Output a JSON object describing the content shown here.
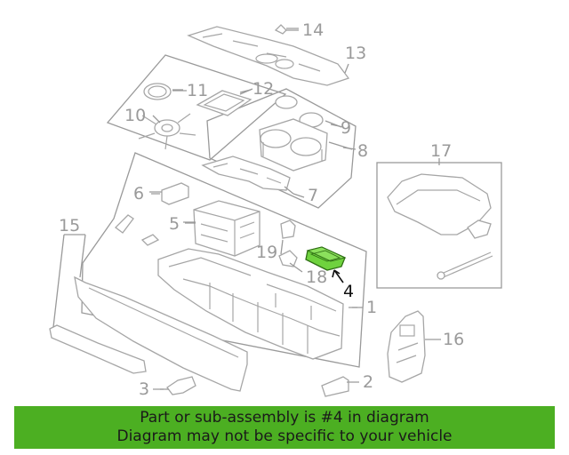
{
  "callouts": {
    "c1": "1",
    "c2": "2",
    "c3": "3",
    "c4": "4",
    "c5": "5",
    "c6": "6",
    "c7": "7",
    "c8": "8",
    "c9": "9",
    "c10": "10",
    "c11": "11",
    "c12": "12",
    "c13": "13",
    "c14": "14",
    "c15": "15",
    "c16": "16",
    "c17": "17",
    "c18": "18",
    "c19": "19"
  },
  "highlighted_part": "4",
  "colors": {
    "highlight": "#6fd23e",
    "banner": "#4caf22",
    "lines": "#9a9a9a"
  },
  "banner": {
    "line1": "Part or sub-assembly is #4 in diagram",
    "line2": "Diagram may not be specific to your vehicle"
  }
}
